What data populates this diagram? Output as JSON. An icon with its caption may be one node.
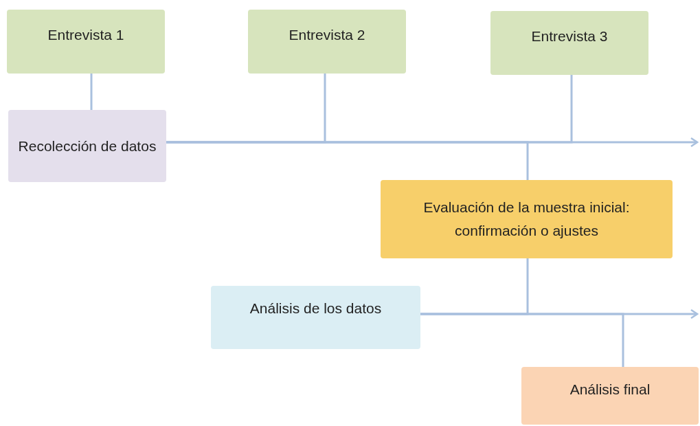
{
  "diagram": {
    "nodes": [
      {
        "text": [
          "Entrevista 1"
        ]
      },
      {
        "text": [
          "Entrevista 2"
        ]
      },
      {
        "text": [
          "Entrevista 3"
        ]
      },
      {
        "text": [
          "Recolección de datos"
        ]
      },
      {
        "text": [
          "Evaluación de la muestra inicial: confirmación o ajustes"
        ]
      },
      {
        "text": [
          "Análisis de los datos"
        ]
      },
      {
        "text": [
          "Análisis final"
        ]
      }
    ],
    "edges": [
      {
        "from": 0,
        "to": 3,
        "arrow": "none"
      },
      {
        "from": 1,
        "to": 3,
        "arrow": "none"
      },
      {
        "from": 2,
        "to": 3,
        "arrow": "none"
      },
      {
        "from": 4,
        "to": 3,
        "arrow": "none"
      },
      {
        "from": 3,
        "to": null,
        "arrow": "to"
      },
      {
        "from": 4,
        "to": 5,
        "arrow": "none"
      },
      {
        "from": 5,
        "to": null,
        "arrow": "to"
      },
      {
        "from": 6,
        "to": 5,
        "arrow": "none"
      }
    ]
  }
}
